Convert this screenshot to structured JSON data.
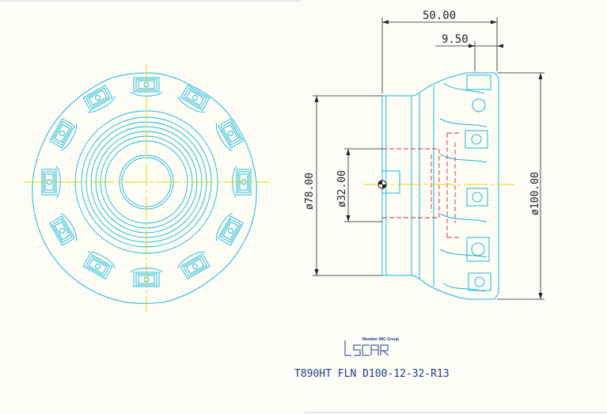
{
  "dimensions": {
    "length_overall": "50.00",
    "insert_width": "9.50",
    "body_diameter": "ø78.00",
    "bore_diameter": "ø32.00",
    "cutting_diameter": "ø100.00"
  },
  "title_block": {
    "brand_tagline": "Member IMC Group",
    "brand_logo": "iscar",
    "part_code": "T890HT FLN D100-12-32-R13"
  },
  "colors": {
    "background": "#fdfdf6",
    "outline": "#18b6d9",
    "centerline": "#e6d200",
    "hidden": "#e0262b",
    "dimension": "#222222",
    "brand": "#1b3f8f"
  },
  "view_data": {
    "insert_count": 12
  }
}
